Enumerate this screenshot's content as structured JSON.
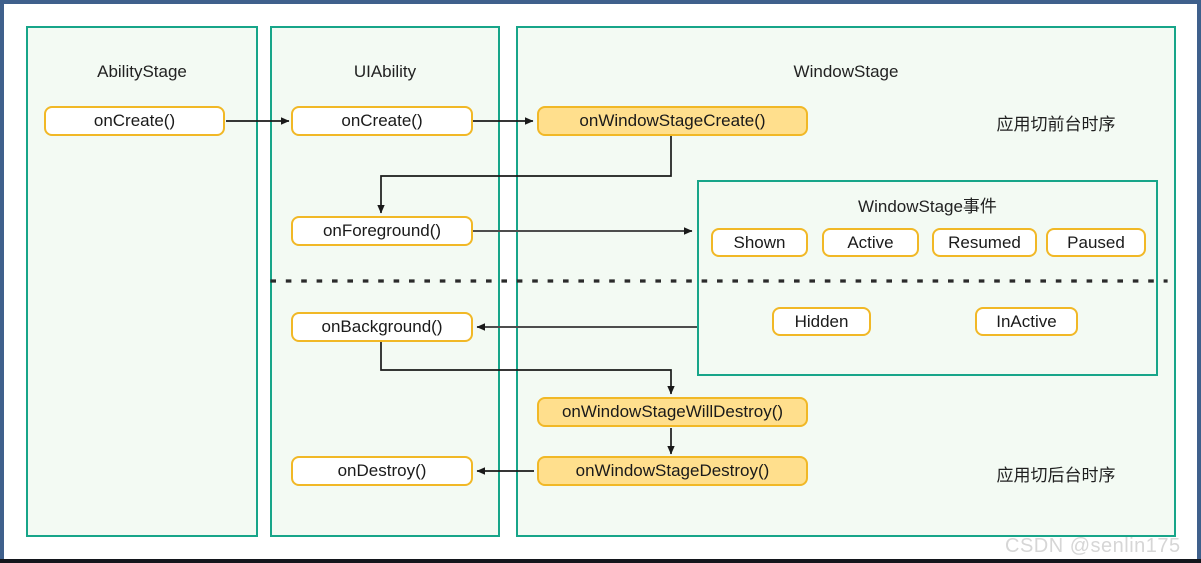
{
  "diagram": {
    "title": "HarmonyOS UIAbility lifecycle and WindowStage event sequence",
    "colors": {
      "frame_border": "#3f608c",
      "panel_border": "#17a589",
      "panel_fill": "#f3faf3",
      "node_border": "#f1b826",
      "node_fill_highlight": "#ffdf8d",
      "node_fill_plain": "#ffffff",
      "arrow_dark": "#1a1a1a",
      "arrow_gray": "#5a5a5a",
      "divider": "#2b2b2b",
      "watermark": "#d6d6d6"
    }
  },
  "panels": [
    {
      "id": "ability-stage",
      "title": "AbilityStage"
    },
    {
      "id": "ui-ability",
      "title": "UIAbility"
    },
    {
      "id": "window-stage",
      "title": "WindowStage"
    }
  ],
  "subpanel": {
    "id": "window-stage-events",
    "title": "WindowStage事件"
  },
  "nodes": {
    "abilitystage_oncreate": "onCreate()",
    "uiability_oncreate": "onCreate()",
    "onwindowstagecreate": "onWindowStageCreate()",
    "onforeground": "onForeground()",
    "onbackground": "onBackground()",
    "onwindowstagewilldestroy": "onWindowStageWillDestroy()",
    "onwindowstagedestroy": "onWindowStageDestroy()",
    "ondestroy": "onDestroy()"
  },
  "events": {
    "row_top": [
      "Shown",
      "Active",
      "Resumed",
      "Paused"
    ],
    "row_bottom": [
      "Hidden",
      "InActive"
    ]
  },
  "annotations": {
    "foreground_sequence": "应用切前台时序",
    "background_sequence": "应用切后台时序"
  },
  "watermark": {
    "text": "CSDN @senlin175"
  }
}
